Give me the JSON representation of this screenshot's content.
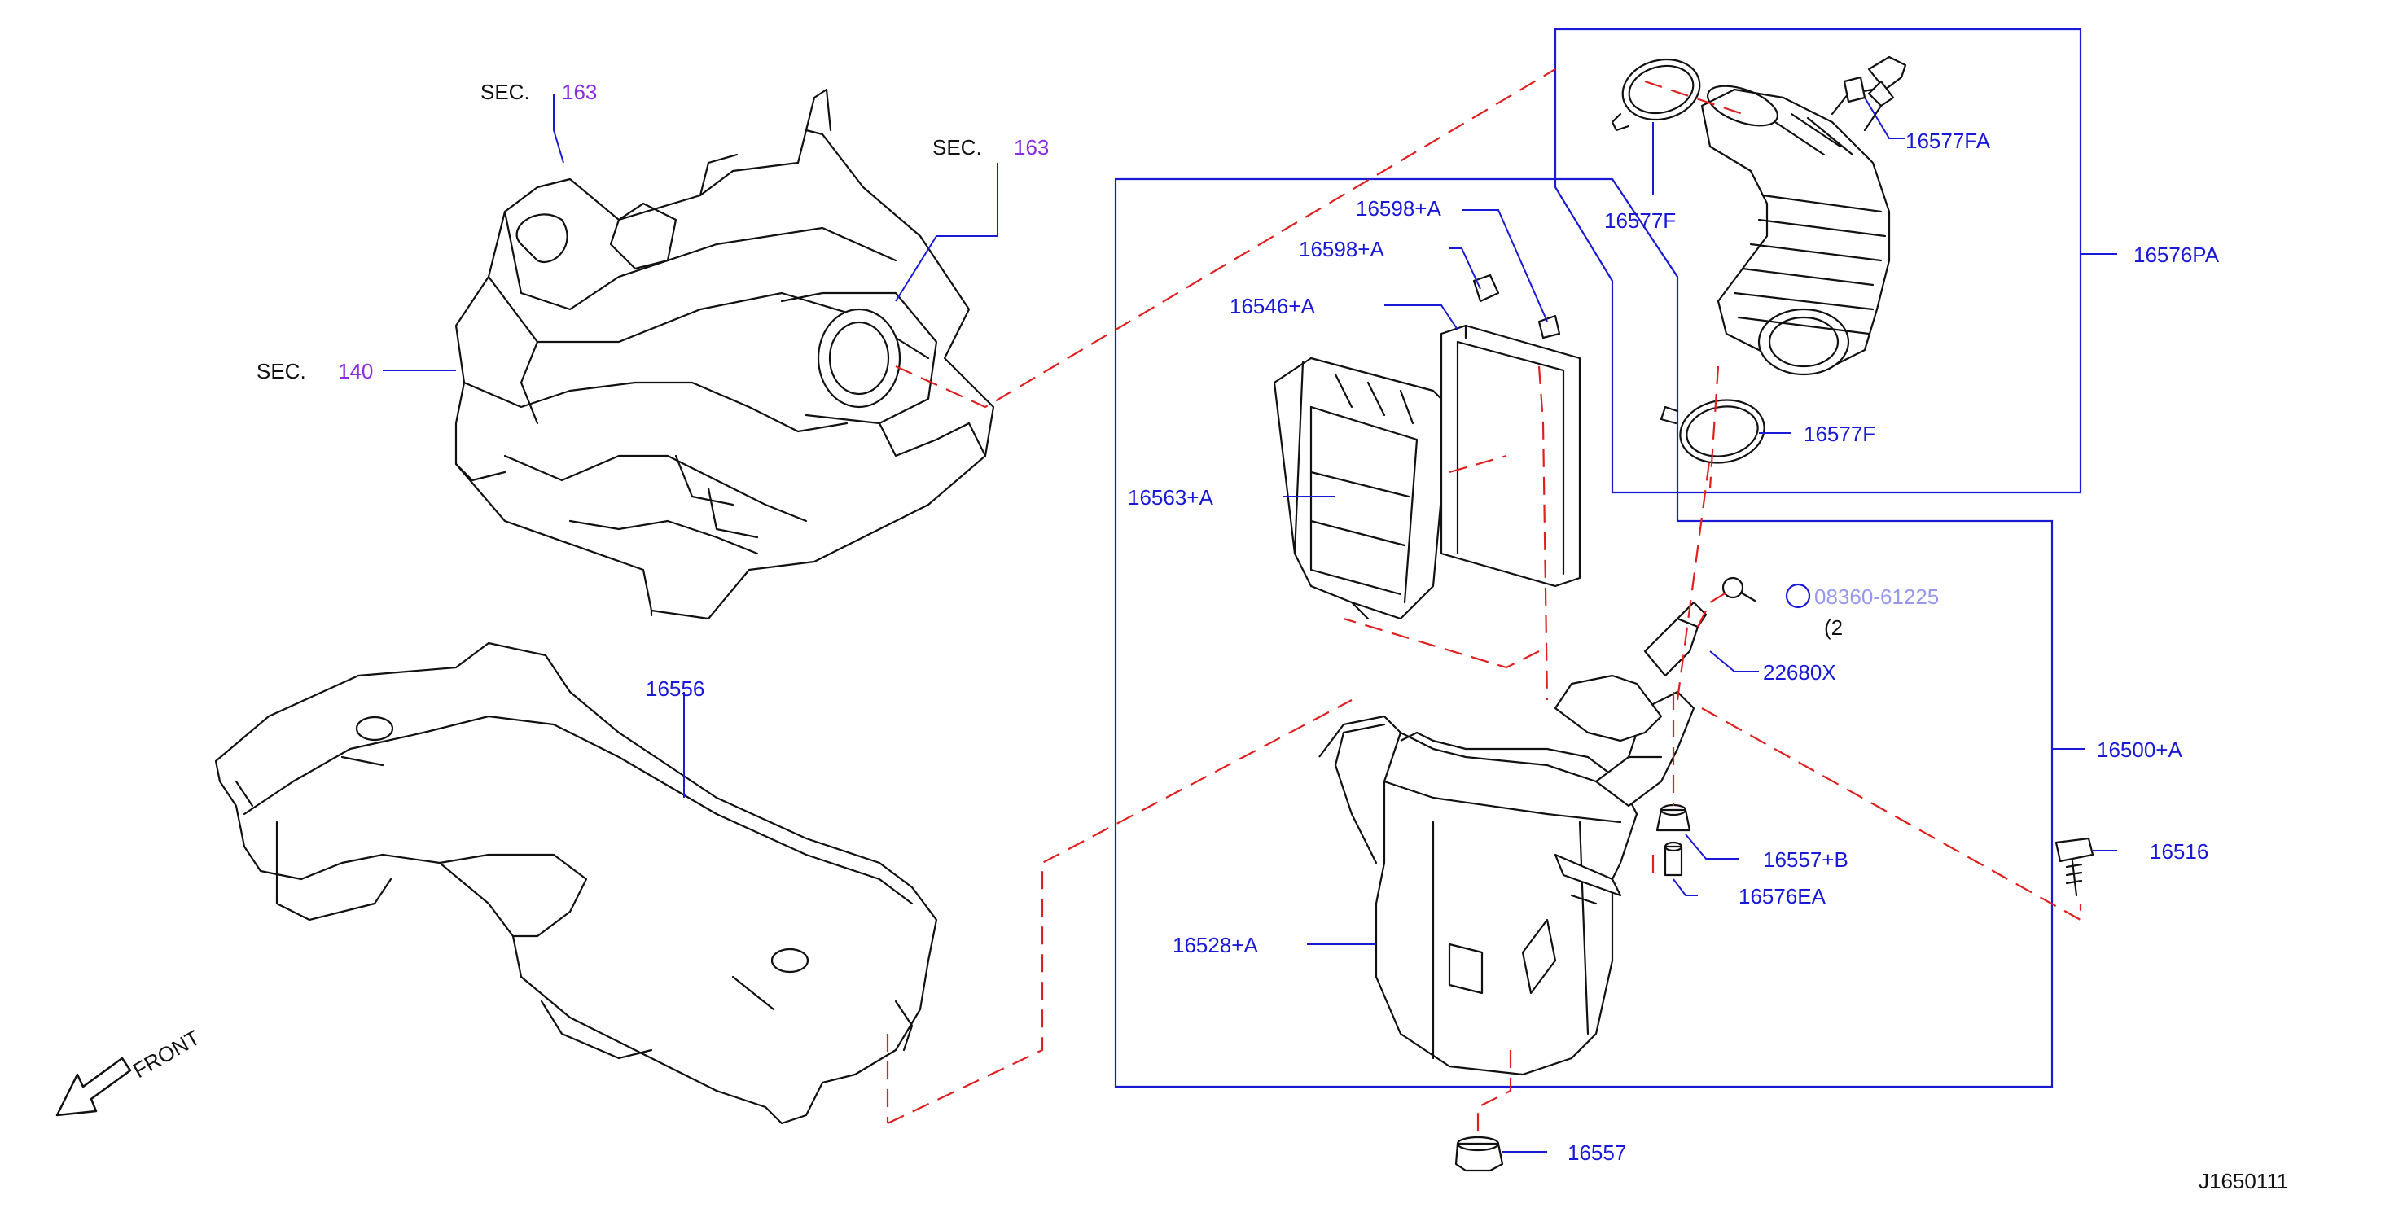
{
  "diagram_id": "J1650111",
  "front_label": "FRONT",
  "sec_prefix": "SEC.",
  "sections": [
    {
      "prefix": "SEC.",
      "number": "163"
    },
    {
      "prefix": "SEC.",
      "number": "163"
    },
    {
      "prefix": "SEC.",
      "number": "140"
    }
  ],
  "parts": [
    {
      "id": "16598+A"
    },
    {
      "id": "16598+A"
    },
    {
      "id": "16546+A"
    },
    {
      "id": "16563+A"
    },
    {
      "id": "16577F"
    },
    {
      "id": "16577FA"
    },
    {
      "id": "16576PA"
    },
    {
      "id": "16577F"
    },
    {
      "id": "22680X"
    },
    {
      "id": "16500+A"
    },
    {
      "id": "16557+B"
    },
    {
      "id": "16576EA"
    },
    {
      "id": "16516"
    },
    {
      "id": "16528+A"
    },
    {
      "id": "16556"
    },
    {
      "id": "16557"
    }
  ],
  "obscured_note": {
    "code": "08360-61225",
    "qty": "(2"
  },
  "colors": {
    "label": "#1a1ad6",
    "section": "#8a2be2",
    "leader": "#1a1ad6",
    "dashed": "#e02020",
    "line": "#111111"
  }
}
